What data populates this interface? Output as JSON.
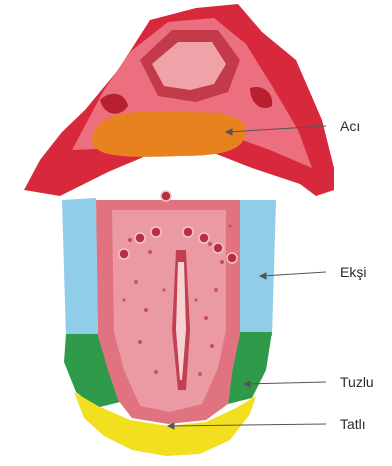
{
  "labels": {
    "bitter": "Acı",
    "sour": "Ekşi",
    "salty": "Tuzlu",
    "sweet": "Tatlı"
  },
  "colors": {
    "bitter_zone": "#e8821e",
    "sour_zone": "#8fcde9",
    "salty_zone": "#2f9a4a",
    "sweet_zone": "#f2e020",
    "tongue_center": "#e0737f",
    "throat": "#d42a3e"
  }
}
